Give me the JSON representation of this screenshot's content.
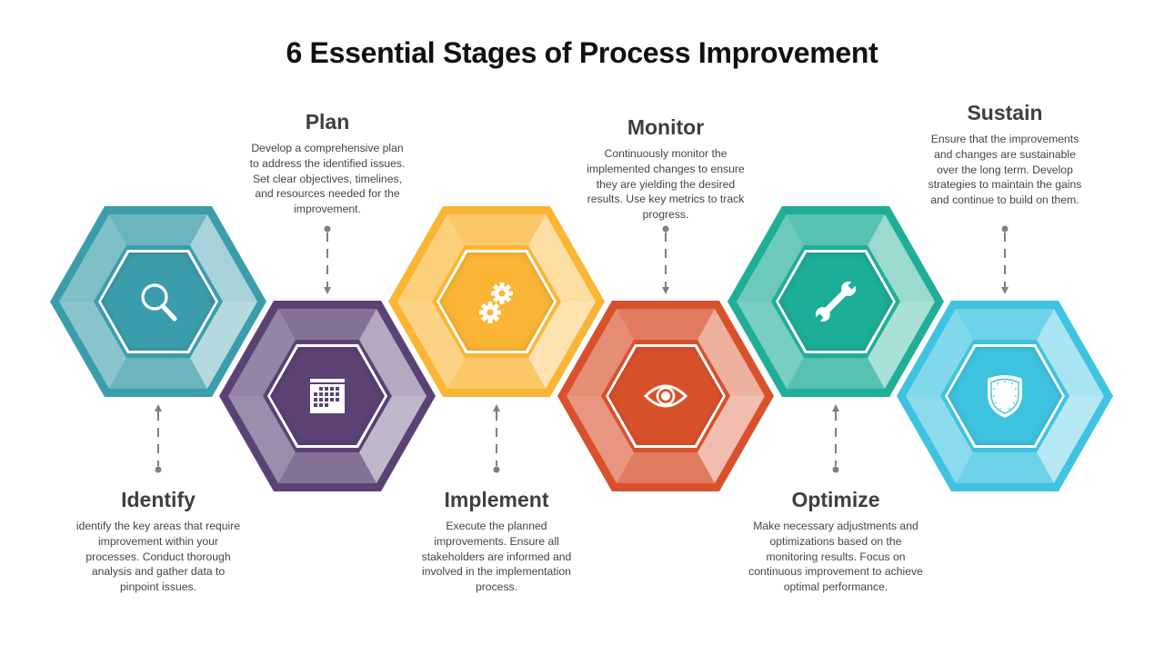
{
  "title": "6 Essential Stages of Process Improvement",
  "stages": [
    {
      "name": "Identify",
      "description": "identify the key areas that require improvement within your processes. Conduct thorough analysis and gather data to pinpoint issues.",
      "icon": "magnifier-icon",
      "color": "#3b9dab",
      "position": "bottom"
    },
    {
      "name": "Plan",
      "description": "Develop a comprehensive plan to address the identified issues. Set clear objectives, timelines, and resources needed for the improvement.",
      "icon": "calendar-icon",
      "color": "#5b4275",
      "position": "top"
    },
    {
      "name": "Implement",
      "description": "Execute the planned improvements. Ensure all stakeholders are informed and involved in the implementation process.",
      "icon": "gears-icon",
      "color": "#fbb534",
      "position": "bottom"
    },
    {
      "name": "Monitor",
      "description": "Continuously monitor the implemented changes to ensure they are yielding the desired results. Use key metrics to track progress.",
      "icon": "eye-icon",
      "color": "#d9512c",
      "position": "top"
    },
    {
      "name": "Optimize",
      "description": "Make necessary adjustments and optimizations based on the monitoring results. Focus on continuous improvement to achieve optimal performance.",
      "icon": "wrench-icon",
      "color": "#1fae96",
      "position": "bottom"
    },
    {
      "name": "Sustain",
      "description": "Ensure that the improvements and changes are sustainable over the long term. Develop strategies to maintain the gains and continue to build on them.",
      "icon": "shield-icon",
      "color": "#3ec3e0",
      "position": "top"
    }
  ]
}
